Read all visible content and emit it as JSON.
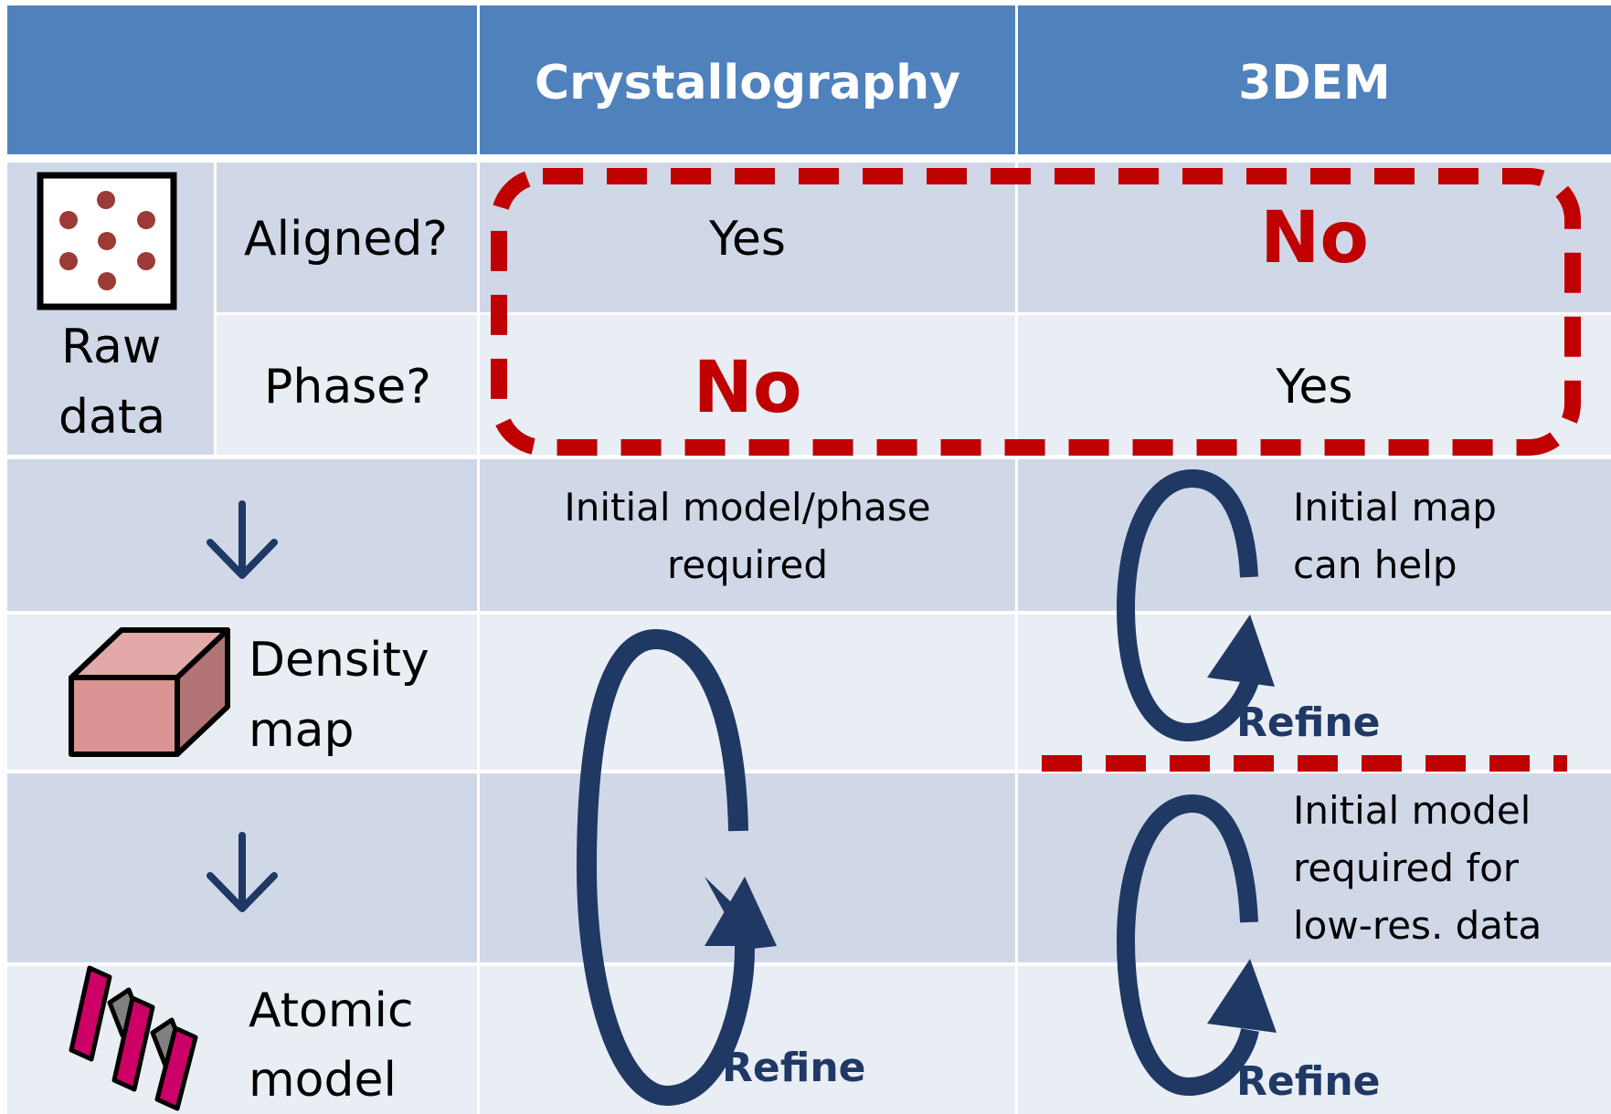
{
  "header": {
    "col_crystallography": "Crystallography",
    "col_3dem": "3DEM"
  },
  "rows": {
    "raw_data_label_line1": "Raw",
    "raw_data_label_line2": "data",
    "aligned_label": "Aligned?",
    "phase_label": "Phase?",
    "density_label_line1": "Density",
    "density_label_line2": "map",
    "atomic_label_line1": "Atomic",
    "atomic_label_line2": "model"
  },
  "cells": {
    "aligned_crystallography": "Yes",
    "aligned_3dem": "No",
    "phase_crystallography": "No",
    "phase_3dem": "Yes",
    "crystallography_step_line1": "Initial model/phase",
    "crystallography_step_line2": "required",
    "dem_map_line1": "Initial map",
    "dem_map_line2": "can help",
    "dem_model_line1": "Initial model",
    "dem_model_line2": "required for",
    "dem_model_line3": "low-res. data"
  },
  "refine_labels": {
    "crystallography": "Refine",
    "dem_map": "Refine",
    "dem_model": "Refine"
  },
  "colors": {
    "header": "#4f81bd",
    "row_dark": "#d0d8e8",
    "row_light": "#e9edf4",
    "highlight_red": "#c00000",
    "refine_navy": "#1f3864"
  },
  "icons": [
    "dot-pattern-icon",
    "down-arrow-icon",
    "cube-icon",
    "atomic-model-icon",
    "refine-loop-icon"
  ]
}
